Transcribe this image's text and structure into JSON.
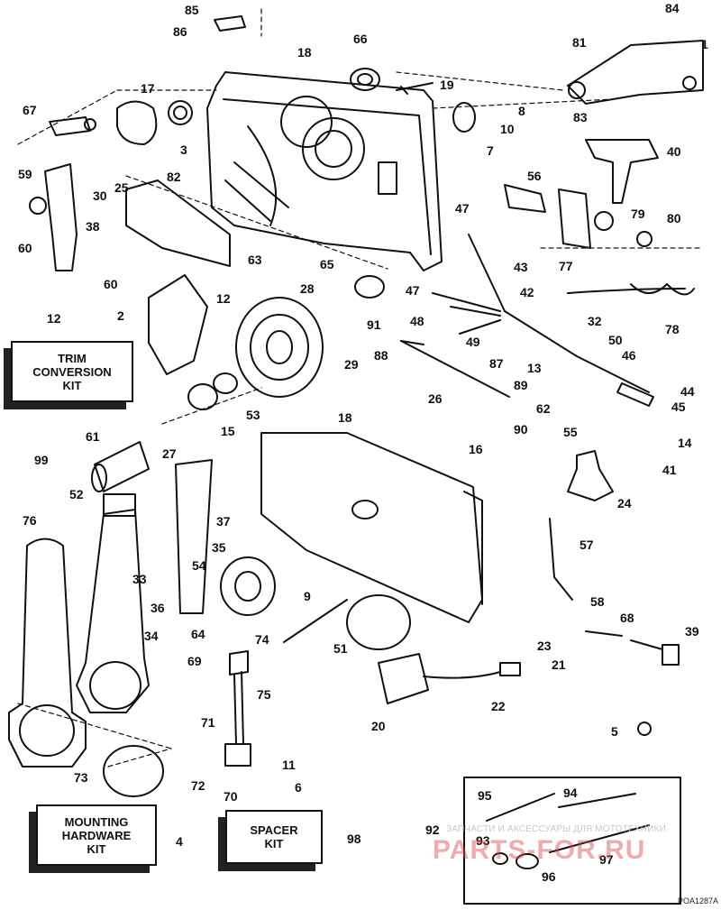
{
  "kits": {
    "trim_conversion": "TRIM\nCONVERSION\nKIT",
    "mounting_hardware": "MOUNTING\nHARDWARE\nKIT",
    "spacer": "SPACER\nKIT"
  },
  "callouts": {
    "n85": "85",
    "n86": "86",
    "n18a": "18",
    "n66": "66",
    "n84": "84",
    "n81": "81",
    "n1": "1",
    "n67": "67",
    "n17": "17",
    "n19": "19",
    "n8": "8",
    "n10": "10",
    "n83": "83",
    "n7": "7",
    "n3": "3",
    "n40": "40",
    "n59": "59",
    "n30": "30",
    "n82": "82",
    "n25": "25",
    "n56": "56",
    "n79": "79",
    "n80": "80",
    "n38": "38",
    "n47a": "47",
    "n60a": "60",
    "n63": "63",
    "n43": "43",
    "n77": "77",
    "n65": "65",
    "n60b": "60",
    "n28": "28",
    "n47b": "47",
    "n42": "42",
    "n12a": "12",
    "n2": "2",
    "n12b": "12",
    "n48": "48",
    "n32": "32",
    "n78": "78",
    "n91": "91",
    "n49": "49",
    "n50": "50",
    "n88": "88",
    "n29": "29",
    "n46": "46",
    "n87": "87",
    "n13": "13",
    "n89": "89",
    "n44": "44",
    "n26": "26",
    "n62": "62",
    "n45": "45",
    "n15": "15",
    "n53": "53",
    "n90": "90",
    "n55": "55",
    "n14": "14",
    "n99": "99",
    "n18b": "18",
    "n16": "16",
    "n61": "61",
    "n41": "41",
    "n27": "27",
    "n24": "24",
    "n52": "52",
    "n76": "76",
    "n37": "37",
    "n57": "57",
    "n35": "35",
    "n33": "33",
    "n54": "54",
    "n36": "36",
    "n9": "9",
    "n58": "58",
    "n68": "68",
    "n39": "39",
    "n64": "64",
    "n34": "34",
    "n51": "51",
    "n74": "74",
    "n69": "69",
    "n23": "23",
    "n21": "21",
    "n75": "75",
    "n22": "22",
    "n71": "71",
    "n20": "20",
    "n5": "5",
    "n73": "73",
    "n11": "11",
    "n72": "72",
    "n70": "70",
    "n6": "6",
    "n95": "95",
    "n94": "94",
    "n92": "92",
    "n93": "93",
    "n96": "96",
    "n97": "97",
    "n4": "4",
    "n98": "98"
  },
  "watermark": {
    "tagline": "ЗАПЧАСТИ И АКСЕССУАРЫ ДЛЯ МОТОТЕХНИКИ",
    "logo": "PARTS-FOR.RU"
  },
  "drawing_code": "POA1287A"
}
